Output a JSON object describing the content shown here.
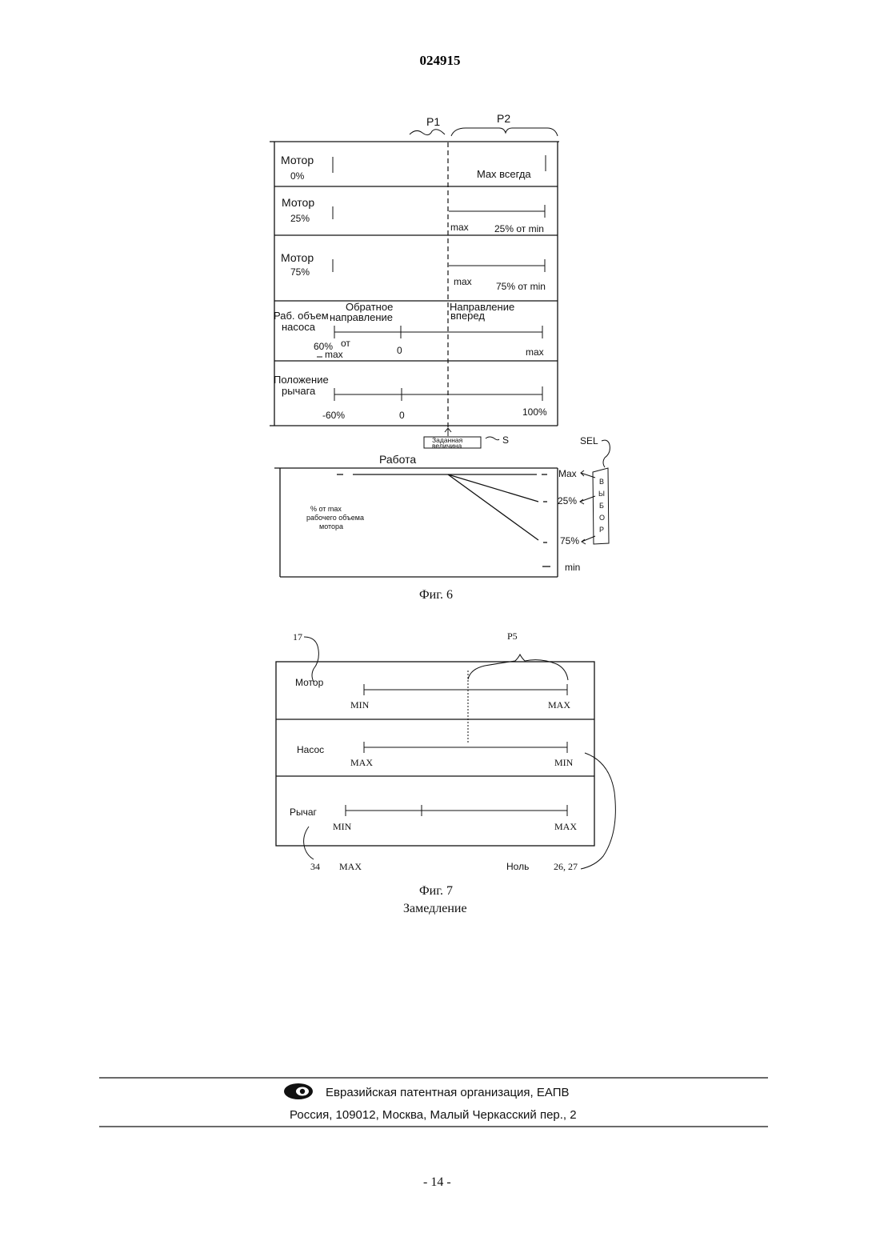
{
  "header": {
    "doc_number": "024915"
  },
  "fig6": {
    "p1": "P1",
    "p2": "P2",
    "rows": {
      "motor0": {
        "label1": "Мотор",
        "label2": "0%",
        "note": "Max всегда"
      },
      "motor25": {
        "label1": "Мотор",
        "label2": "25%",
        "left": "max",
        "right": "25% от min"
      },
      "motor75": {
        "label1": "Мотор",
        "label2": "75%",
        "left": "max",
        "right": "75% от min"
      },
      "pump": {
        "label1": "Раб. объем",
        "label2": "насоса",
        "reverse1": "Обратное",
        "reverse2": "направление",
        "forward1": "Направление",
        "forward2": "вперед",
        "tick_left1": "60%",
        "tick_left2": "от",
        "tick_left3": "max",
        "tick_mid": "0",
        "tick_right": "max"
      },
      "lever": {
        "label1": "Положение",
        "label2": "рычага",
        "tick_left": "-60%",
        "tick_mid": "0",
        "tick_right": "100%"
      }
    },
    "setpoint1": "Заданная",
    "setpoint2": "величина",
    "s_label": "S",
    "sel_label": "SEL",
    "work_label": "Работа",
    "y_note1": "% от max",
    "y_note2": "рабочего объема",
    "y_note3": "мотора",
    "right_labels": {
      "max": "Max",
      "p25": "25%",
      "p75": "75%",
      "min": "min"
    },
    "select_box": [
      "В",
      "Ы",
      "Б",
      "О",
      "Р"
    ],
    "caption": "Фиг. 6"
  },
  "fig7": {
    "ref17": "17",
    "p5": "P5",
    "rows": {
      "motor": {
        "label": "Мотор",
        "left": "MIN",
        "right": "MAX"
      },
      "pump": {
        "label": "Насос",
        "left": "MAX",
        "right": "MIN"
      },
      "lever": {
        "label": "Рычаг",
        "left": "MIN",
        "right": "MAX"
      }
    },
    "bottom": {
      "ref34": "34",
      "max": "MAX",
      "zero": "Ноль",
      "ref2627": "26, 27"
    },
    "caption": "Фиг. 7",
    "subcaption": "Замедление"
  },
  "footer": {
    "org": "Евразийская патентная организация, ЕАПВ",
    "address": "Россия, 109012, Москва, Малый Черкасский пер., 2",
    "page": "- 14 -"
  }
}
